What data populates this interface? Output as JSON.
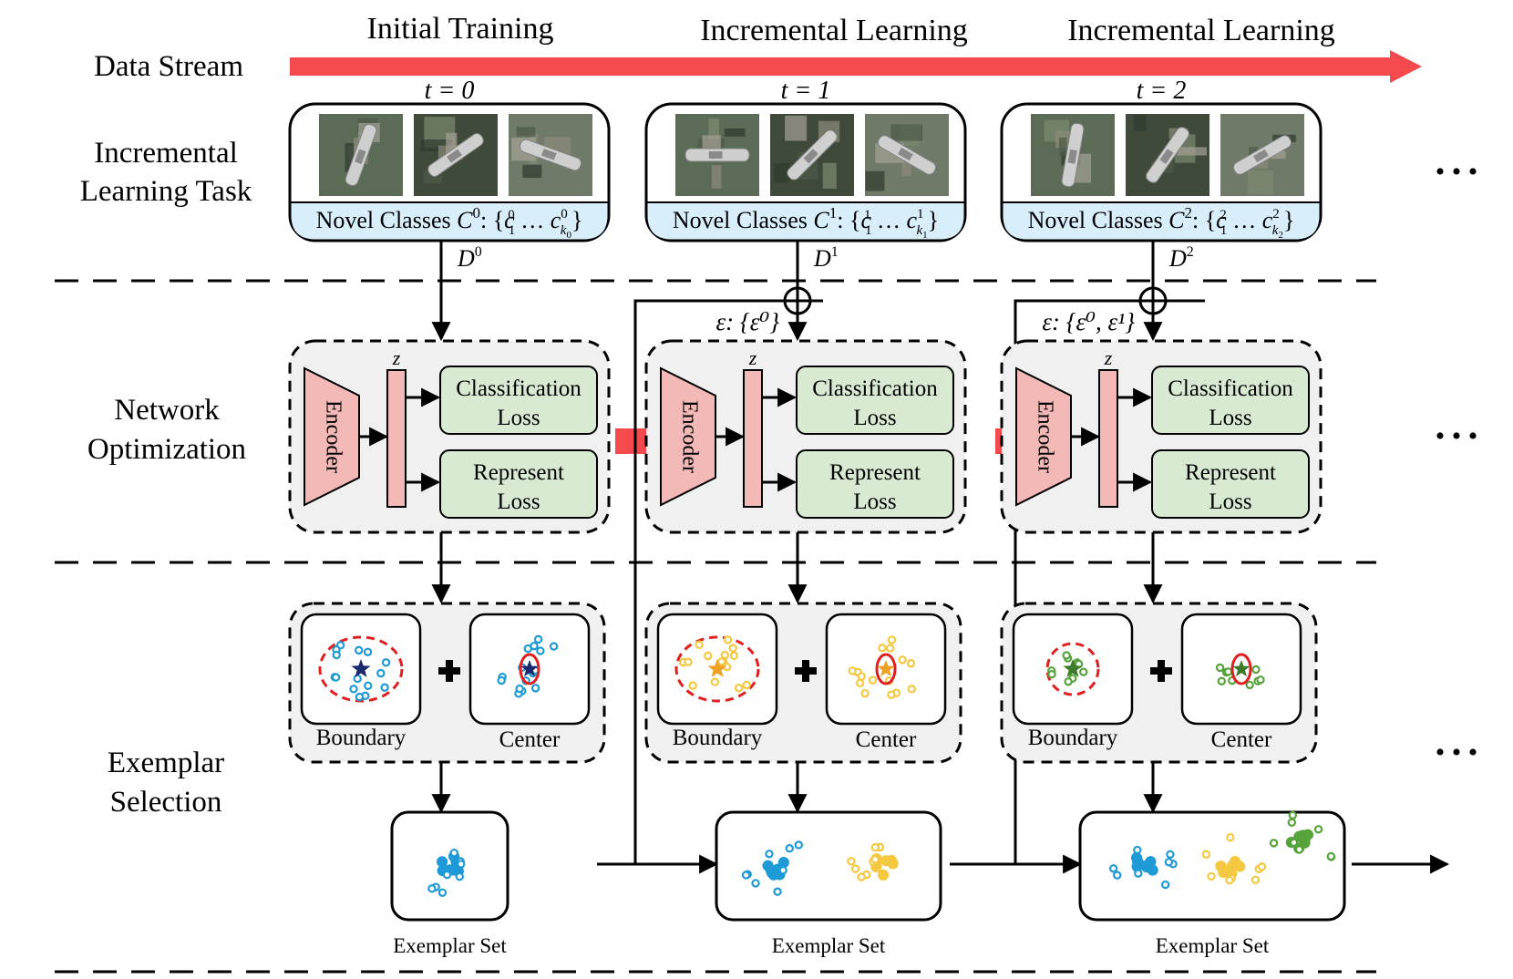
{
  "stages": [
    {
      "title": "Initial Training",
      "time": "t = 0",
      "classes_prefix": "Novel Classes C",
      "sup": "0",
      "classes_set": ": {c",
      "k_sub": "k",
      "k_idx": "0",
      "data_label": "D",
      "data_sup": "0",
      "exemplar_label": "",
      "exemplar_content": "",
      "exemplar_set": "Exemplar Set"
    },
    {
      "title": "Incremental Learning",
      "time": "t = 1",
      "classes_prefix": "Novel Classes C",
      "sup": "1",
      "classes_set": ": {c",
      "k_sub": "k",
      "k_idx": "1",
      "data_label": "D",
      "data_sup": "1",
      "exemplar_label": "ε: {",
      "exemplar_content": "ε⁰}",
      "exemplar_set": "Exemplar Set"
    },
    {
      "title": "Incremental Learning",
      "time": "t = 2",
      "classes_prefix": "Novel Classes C",
      "sup": "2",
      "classes_set": ": {c",
      "k_sub": "k",
      "k_idx": "2",
      "data_label": "D",
      "data_sup": "2",
      "exemplar_label": "ε: {",
      "exemplar_content": "ε⁰, ε¹}",
      "exemplar_set": "Exemplar Set"
    }
  ],
  "row_labels": {
    "data_stream": "Data Stream",
    "task_line1": "Incremental",
    "task_line2": "Learning Task",
    "net_line1": "Network",
    "net_line2": "Optimization",
    "ex_line1": "Exemplar",
    "ex_line2": "Selection"
  },
  "network": {
    "encoder": "Encoder",
    "z": "z",
    "cls_line1": "Classification",
    "cls_line2": "Loss",
    "rep_line1": "Represent",
    "rep_line2": "Loss"
  },
  "selection": {
    "boundary": "Boundary",
    "center": "Center"
  },
  "ellipsis": "• • •",
  "colors": {
    "stream_arrow": "#f44a4e",
    "encoder_fill": "#f2b9b6",
    "loss_fill": "#d9ead3",
    "task_band": "#d8eefb",
    "module_bg": "#f0f0f0",
    "class_blue": "#1e9ad6",
    "class_yellow": "#f5c842",
    "class_green": "#55a33a",
    "red": "#e02020"
  }
}
